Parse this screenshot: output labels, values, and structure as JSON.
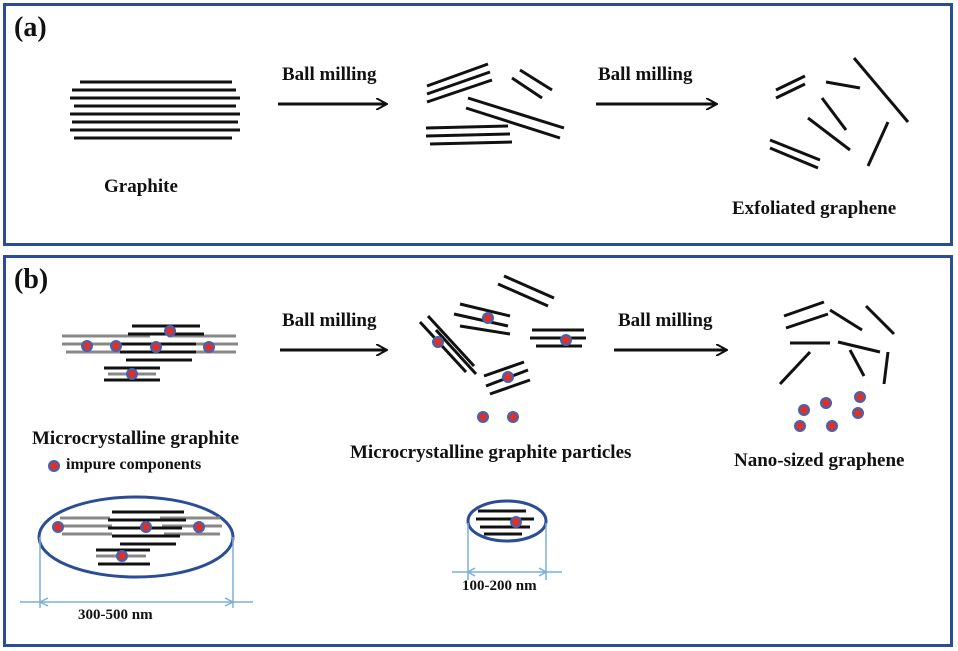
{
  "panel_a": {
    "tag": "(a)",
    "arrow1_label": "Ball milling",
    "arrow2_label": "Ball milling",
    "graphite_label": "Graphite",
    "exfoliated_label": "Exfoliated graphene"
  },
  "panel_b": {
    "tag": "(b)",
    "arrow1_label": "Ball milling",
    "arrow2_label": "Ball milling",
    "microcrystalline_label": "Microcrystalline graphite",
    "legend_label": "impure components",
    "particles_label": "Microcrystalline graphite particles",
    "nano_label": "Nano-sized graphene",
    "size_large": "300-500 nm",
    "size_small": "100-200 nm"
  },
  "colors": {
    "border": "#2a4d96",
    "line": "#111111",
    "grey_line": "#8a8a8a",
    "impurity_fill": "#d8332a",
    "impurity_ring": "#3f63b8",
    "dim_line": "#7ab0d8"
  }
}
